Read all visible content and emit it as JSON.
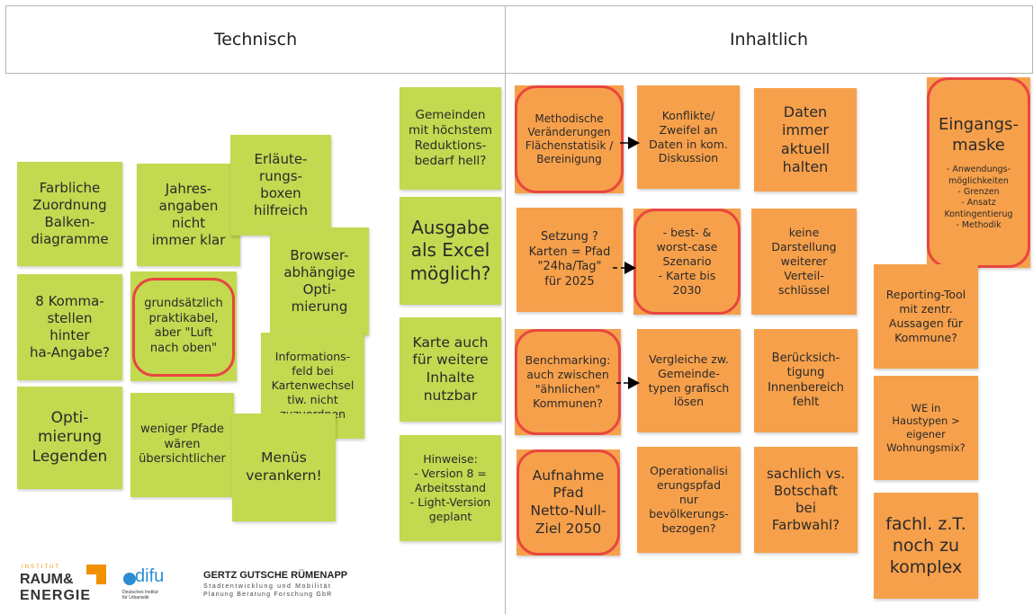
{
  "headers": {
    "left": "Technisch",
    "right": "Inhaltlich"
  },
  "technisch_notes": {
    "n1": "Farbliche\nZuordnung\nBalken-\ndiagramme",
    "n2": "Jahres-\nangaben\nnicht\nimmer klar",
    "n3": "Erläute-\nrungs-\nboxen\nhilfreich",
    "n4": "Browser-\nabhängige\nOpti-\nmierung",
    "n5": "8 Komma-\nstellen\nhinter\nha-Angabe?",
    "n6": "grundsätzlich\npraktikabel,\naber \"Luft\nnach oben\"",
    "n7": "Informations-\nfeld bei\nKartenwechsel\ntlw.  nicht\nzuzuordnen",
    "n8": "Opti-\nmierung\nLegenden",
    "n9": "weniger Pfade\nwären\nübersichtlicher",
    "n10": "Menüs\nverankern!",
    "n11": "Gemeinden\nmit höchstem\nReduktions-\nbedarf hell?",
    "n12": "Ausgabe\nals Excel\nmöglich?",
    "n13": "Karte auch\nfür weitere\nInhalte\nnutzbar",
    "n14": "Hinweise:\n- Version 8 =\nArbeitsstand\n- Light-Version\ngeplant"
  },
  "inhaltlich_notes": {
    "o1": "Methodische\nVeränderungen\nFlächenstatisik /\nBereinigung",
    "o2": "Konflikte/\nZweifel an\nDaten in kom.\nDiskussion",
    "o3": "Daten\nimmer\naktuell\nhalten",
    "o4_title": "Eingangs-\nmaske",
    "o4_body": "- Anwendungs-\nmöglichkeiten\n- Grenzen\n- Ansatz\nKontingentierug\n- Methodik",
    "o5": "Setzung ?\nKarten = Pfad\n\"24ha/Tag\"\nfür 2025",
    "o6": "- best- &\nworst-case\nSzenario\n- Karte bis\n2030",
    "o7": "keine\nDarstellung\nweiterer\nVerteil-\nschlüssel",
    "o8": "Reporting-Tool\nmit zentr.\nAussagen für\nKommune?",
    "o9": "Benchmarking:\nauch zwischen\n\"ähnlichen\"\nKommunen?",
    "o10": "Vergleiche zw.\nGemeinde-\ntypen grafisch\nlösen",
    "o11": "Berücksich-\ntigung\nInnenbereich\nfehlt",
    "o12": "WE in\nHaustypen >\neigener\nWohnungsmix?",
    "o13": "Aufnahme\nPfad\nNetto-Null-\nZiel 2050",
    "o14": "Operationalisi\nerungspfad\nnur\nbevölkerungs-\nbezogen?",
    "o15": "sachlich vs.\nBotschaft\nbei\nFarbwahl?",
    "o16": "fachl. z.T.\nnoch zu\nkomplex"
  },
  "logos": {
    "ire_small": "INSTITUT",
    "ire_line1": "RAUM&",
    "ire_line2": "ENERGIE",
    "difu_name": "difu",
    "difu_sub": "Deutsches Institut\nfür Urbanistik",
    "ggr_name": "GERTZ GUTSCHE RÜMENAPP",
    "ggr_sub1": "Stadtentwicklung und Mobilität",
    "ggr_sub2": "Planung Beratung Forschung GbR"
  },
  "colors": {
    "green": "#c2d950",
    "orange": "#f7a04b",
    "ring": "#e8473f",
    "ire_orange": "#f29100",
    "difu_blue": "#2a8dd2"
  }
}
